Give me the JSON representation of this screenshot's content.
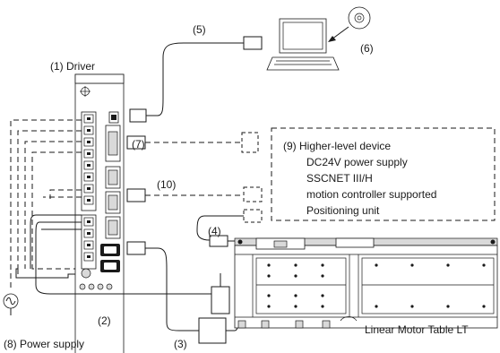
{
  "labels": {
    "driver": "(1) Driver",
    "item2": "(2)",
    "item3": "(3)",
    "item4": "(4)",
    "item5": "(5)",
    "item6": "(6)",
    "item7": "(7)",
    "item10": "(10)",
    "power_supply": "(8) Power supply",
    "table": "Linear Motor Table LT"
  },
  "higher_level": [
    "(9) Higher-level device",
    "DC24V power supply",
    "SSCNET III/H",
    "motion controller supported",
    "Positioning unit"
  ]
}
